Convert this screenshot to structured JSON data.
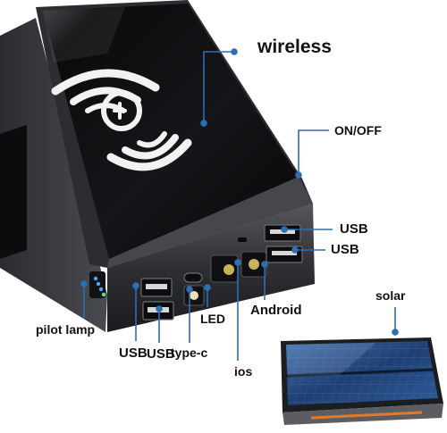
{
  "labels": {
    "wireless": "wireless",
    "on_off": "ON/OFF",
    "usb_upper": "USB",
    "usb_lower": "USB",
    "solar": "solar",
    "android": "Android",
    "led": "LED",
    "pilot_lamp": "pilot lamp",
    "usb_left": "USB",
    "type_c": "type-c",
    "usb_bottom": "USB",
    "ios": "ios"
  },
  "colors": {
    "callout_blue": "#2f6db5",
    "device_body": "#1b1c1f",
    "glass_top": "#0b0b0d",
    "charging_symbol": "#f2f2f2",
    "solar_cell": "#2a4f86",
    "indicator_led": "#4ea6ff"
  },
  "icons": {
    "wireless_charging": "wireless-charging-symbol",
    "power_bank": "power-bank-product",
    "solar_panel": "solar-panel-product"
  }
}
